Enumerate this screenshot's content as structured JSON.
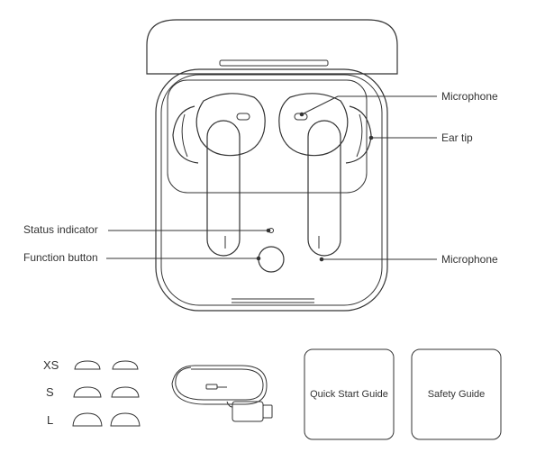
{
  "callouts": {
    "microphone_top": "Microphone",
    "ear_tip": "Ear tip",
    "status_indicator": "Status indicator",
    "function_button": "Function button",
    "microphone_bottom": "Microphone"
  },
  "ear_tip_sizes": [
    "XS",
    "S",
    "L"
  ],
  "cards": {
    "quick_start": "Quick Start Guide",
    "safety": "Safety Guide"
  },
  "colors": {
    "line": "#333333",
    "text": "#333333"
  },
  "icons": {
    "case": "charging-case-icon",
    "cable": "usb-cable-icon"
  }
}
